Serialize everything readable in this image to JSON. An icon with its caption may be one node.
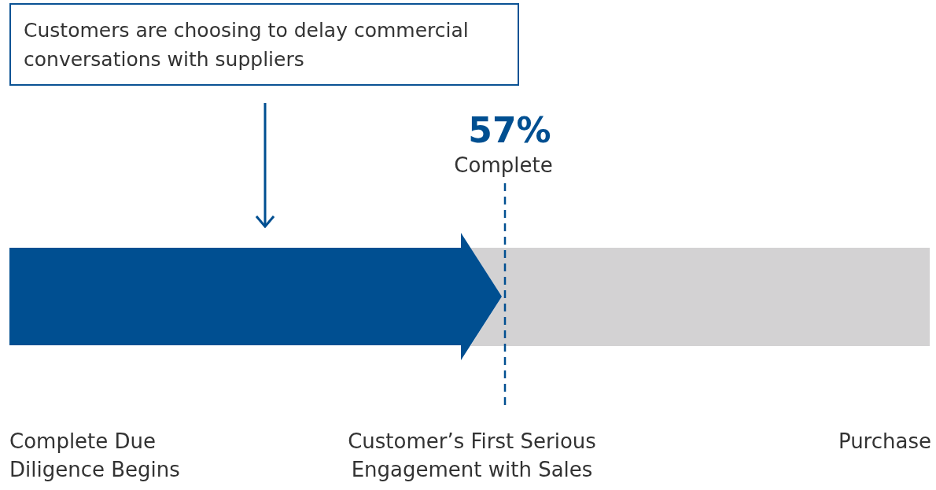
{
  "diagram": {
    "nodes": [
      {
        "text": [
          "Customers are choosing to delay commercial conversations with suppliers"
        ]
      },
      {
        "text": [],
        "shape": "bar"
      }
    ],
    "edges": [
      {
        "from": 0,
        "to": 1,
        "arrow": "to"
      }
    ],
    "labels": [
      "57%",
      "Complete",
      "Complete Due Diligence Begins",
      "Customer’s First Serious Engagement with Sales",
      "Purchase"
    ]
  }
}
